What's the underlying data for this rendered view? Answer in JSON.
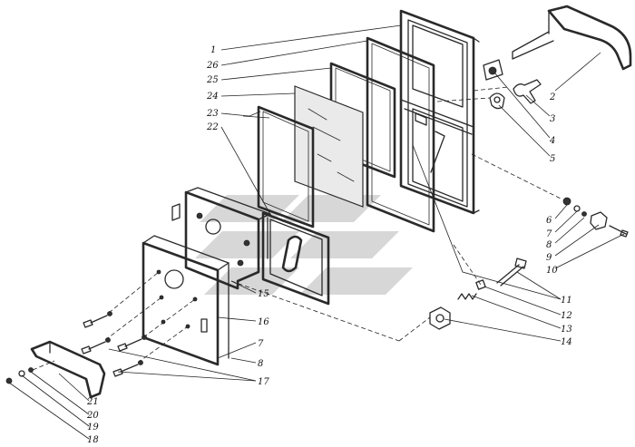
{
  "labels_left_top": [
    "1",
    "26",
    "25",
    "24",
    "23",
    "22"
  ],
  "labels_right": [
    "2",
    "3",
    "4",
    "5",
    "6",
    "7",
    "8",
    "9",
    "10",
    "11",
    "12",
    "13",
    "14"
  ],
  "labels_center": [
    "15",
    "16",
    "7",
    "8",
    "17"
  ],
  "labels_bottom_left": [
    "21",
    "20",
    "19",
    "18"
  ],
  "colors": {
    "line": "#2a2a2a",
    "watermark": "#c9c9c9",
    "paper": "#ffffff"
  }
}
